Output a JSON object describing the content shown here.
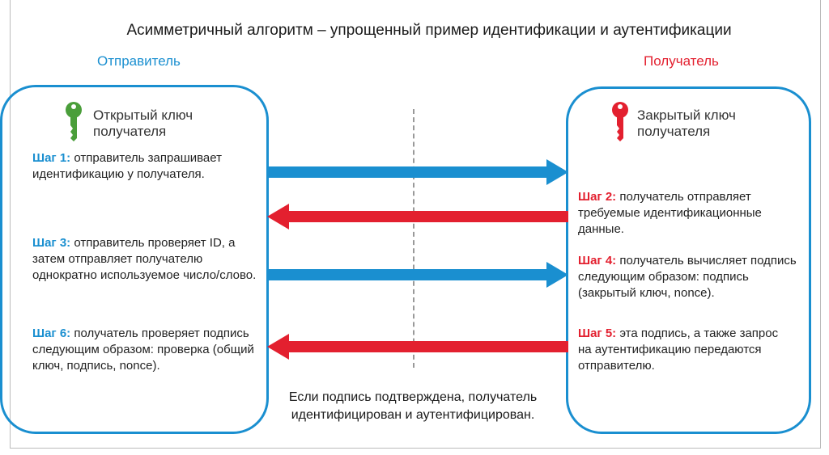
{
  "title": "Асимметричный алгоритм – упрощенный пример идентификации и аутентификации",
  "sender": {
    "label": "Отправитель",
    "key_line1": "Открытый ключ",
    "key_line2": "получателя"
  },
  "receiver": {
    "label": "Получатель",
    "key_line1": "Закрытый ключ",
    "key_line2": "получателя"
  },
  "steps": {
    "s1": {
      "label": "Шаг 1:",
      "text": "отправитель запрашивает идентификацию у получателя."
    },
    "s2": {
      "label": "Шаг 2:",
      "text": "получатель отправляет требуемые идентификационные данные."
    },
    "s3": {
      "label": "Шаг 3:",
      "text": "отправитель проверяет ID, а затем отправляет получателю однократно используемое число/слово."
    },
    "s4": {
      "label": "Шаг 4:",
      "text": "получатель вычисляет подпись следующим образом: подпись (закрытый ключ, nonce)."
    },
    "s5": {
      "label": "Шаг 5:",
      "text": "эта подпись, а также запрос на аутентификацию передаются отправителю."
    },
    "s6": {
      "label": "Шаг 6:",
      "text": "получатель проверяет подпись следующим образом: проверка (общий ключ, подпись, nonce)."
    }
  },
  "conclusion": "Если подпись подтверждена, получатель идентифицирован и аутентифицирован.",
  "colors": {
    "blue": "#1a8fd0",
    "red": "#e3202f",
    "green": "#4a9e3a"
  }
}
